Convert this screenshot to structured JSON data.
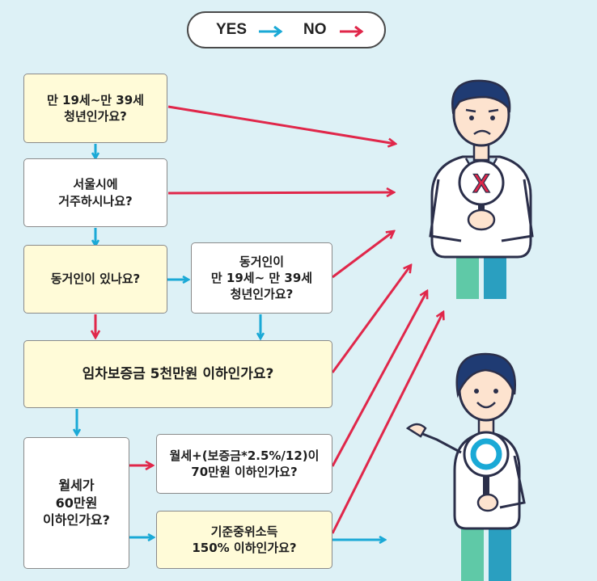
{
  "legend": {
    "yes": "YES",
    "no": "NO"
  },
  "colors": {
    "yes_arrow": "#1aa9d6",
    "no_arrow": "#e0274a",
    "yes_box": "#fffbd8",
    "no_box": "#ffffff",
    "background": "#ddf1f6"
  },
  "nodes": {
    "q_age": "만 19세~만 39세\n청년인가요?",
    "q_seoul": "서울시에\n거주하시나요?",
    "q_cohabitant": "동거인이 있나요?",
    "q_cohabitant_age": "동거인이\n만 19세~ 만 39세\n청년인가요?",
    "q_deposit": "임차보증금 5천만원 이하인가요?",
    "q_monthly_rent": "월세가\n60만원\n이하인가요?",
    "q_converted_rent": "월세+(보증금*2.5%/12)이\n70만원 이하인가요?",
    "q_income": "기준중위소득\n150% 이하인가요?"
  },
  "outcomes": {
    "rejected_symbol": "X",
    "approved_symbol": "O"
  }
}
